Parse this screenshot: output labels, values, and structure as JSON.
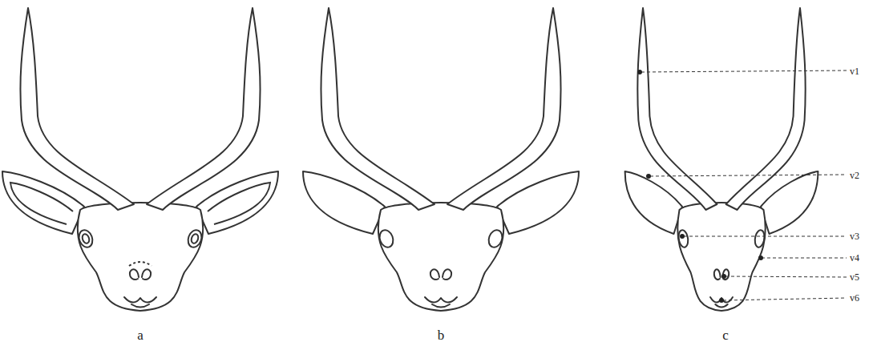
{
  "diagram": {
    "labels": [
      "a",
      "b",
      "c",
      "v1",
      "v2",
      "v3",
      "v4",
      "v5",
      "v6"
    ]
  }
}
